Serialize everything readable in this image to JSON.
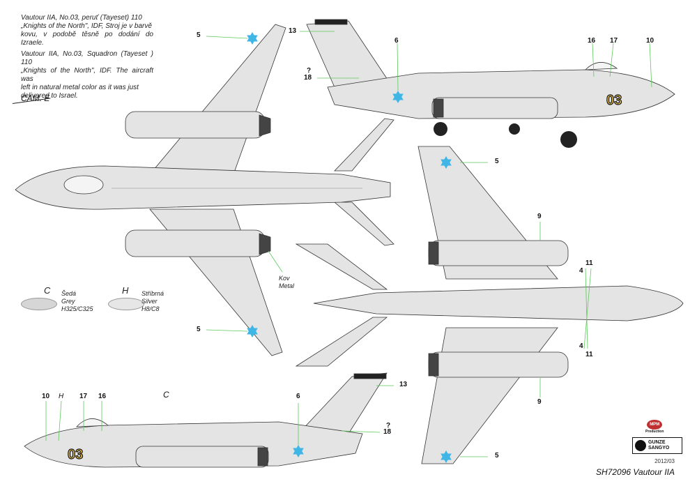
{
  "notes": {
    "czech_1": "Vautour IIA, No.03, peruť (Tayeset) 110",
    "czech_2": "„Knights of the North\", IDF, Stroj je v barvě",
    "czech_3": "kovu, v podobě těsně po dodání do Izraele.",
    "english_1": "Vautour IIA, No.03, Squadron (Tayeset ) 110",
    "english_2": "„Knights of the North\", IDF. The aircraft was",
    "english_3": "left in natural metal color as it was just",
    "english_4": "delivered to Israel."
  },
  "cam_label": "CAM. E",
  "aircraft_number": "03",
  "swatches": [
    {
      "letter": "C",
      "line1": "Šedá",
      "line2": "Grey",
      "line3": "H325/C325",
      "color": "#d6d6d6"
    },
    {
      "letter": "H",
      "line1": "Stříbrná",
      "line2": "Silver",
      "line3": "H8/C8",
      "color": "#e6e6e6"
    }
  ],
  "kov_label": {
    "line1": "Kov",
    "line2": "Metal"
  },
  "callouts": {
    "c5a": "5",
    "c5b": "5",
    "c5c": "5",
    "c5d": "5",
    "c13a": "13",
    "c13b": "13",
    "c6a": "6",
    "c6b": "6",
    "q1": "?",
    "c18a": "18",
    "q2": "?",
    "c18b": "18",
    "c16a": "16",
    "c17a": "17",
    "c10a": "10",
    "c10b": "10",
    "hb": "H",
    "c17b": "17",
    "c16b": "16",
    "cb": "C",
    "c9a": "9",
    "c9b": "9",
    "c4a": "4",
    "c11a": "11",
    "c4b": "4",
    "c11b": "11"
  },
  "brand": {
    "mpm": "MPM",
    "mpm_sub": "Production",
    "gunze_1": "GUNZE",
    "gunze_2": "SANGYO"
  },
  "footer": {
    "date": "2012/03",
    "code": "SH72096 Vautour IIA"
  },
  "colors": {
    "star": "#3fb6e6",
    "metal": "#e4e4e4",
    "outline": "#333333",
    "leader": "#5cc85c",
    "stencil_red": "#cc2222",
    "number_fill": "#e8c24a"
  }
}
